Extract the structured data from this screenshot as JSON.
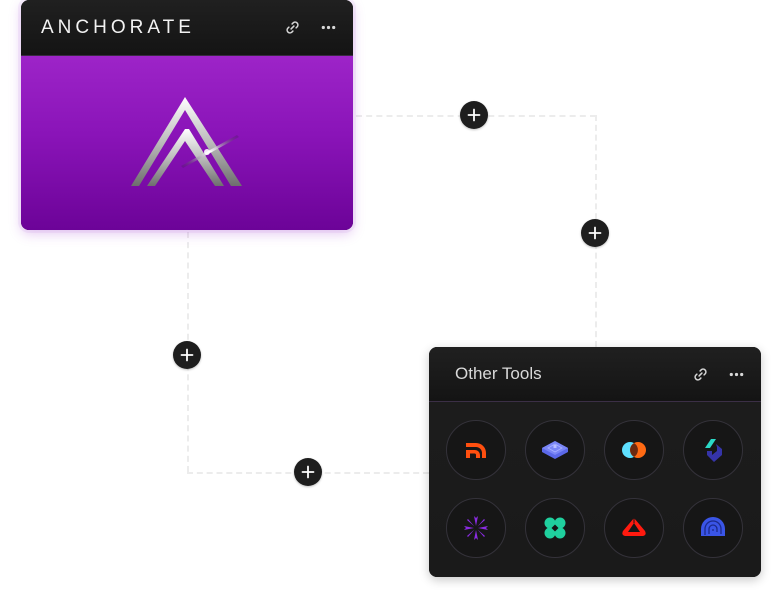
{
  "canvas": {
    "background": "#ffffff",
    "connector_color": "#ececec"
  },
  "cards": [
    {
      "id": "anchorate",
      "title": "ANCHORATE",
      "header_actions": [
        {
          "icon": "link-icon",
          "label": "Copy link"
        },
        {
          "icon": "more-horizontal-icon",
          "label": "More options"
        }
      ],
      "body": {
        "type": "logo",
        "logo": "anchorate-logo-icon",
        "gradient": [
          "#9d24c8",
          "#6c0398"
        ]
      }
    },
    {
      "id": "other-tools",
      "title": "Other Tools",
      "header_actions": [
        {
          "icon": "link-icon",
          "label": "Copy link"
        },
        {
          "icon": "more-horizontal-icon",
          "label": "More options"
        }
      ],
      "tools": [
        {
          "icon": "orange-arches-logo-icon",
          "color": "#ff4f0f"
        },
        {
          "icon": "blue-stacked-layers-logo-icon",
          "color": "#5b68e8"
        },
        {
          "icon": "overlapping-circles-logo-icon",
          "color": "#ff6a13",
          "color2": "#5ee0ff"
        },
        {
          "icon": "teal-indigo-chevron-logo-icon",
          "color": "#2bd9c7",
          "color2": "#3534a8"
        },
        {
          "icon": "purple-starburst-logo-icon",
          "color": "#8a2be2"
        },
        {
          "icon": "green-clover-logo-icon",
          "color": "#1fd09e"
        },
        {
          "icon": "red-triangle-logo-icon",
          "color": "#ff1a0f"
        },
        {
          "icon": "blue-spiral-logo-icon",
          "color": "#3a55e6"
        }
      ]
    }
  ],
  "add_buttons": [
    {
      "id": "add-top-horizontal",
      "label": "+"
    },
    {
      "id": "add-right-vertical",
      "label": "+"
    },
    {
      "id": "add-left-vertical",
      "label": "+"
    },
    {
      "id": "add-bottom-horizontal",
      "label": "+"
    }
  ]
}
